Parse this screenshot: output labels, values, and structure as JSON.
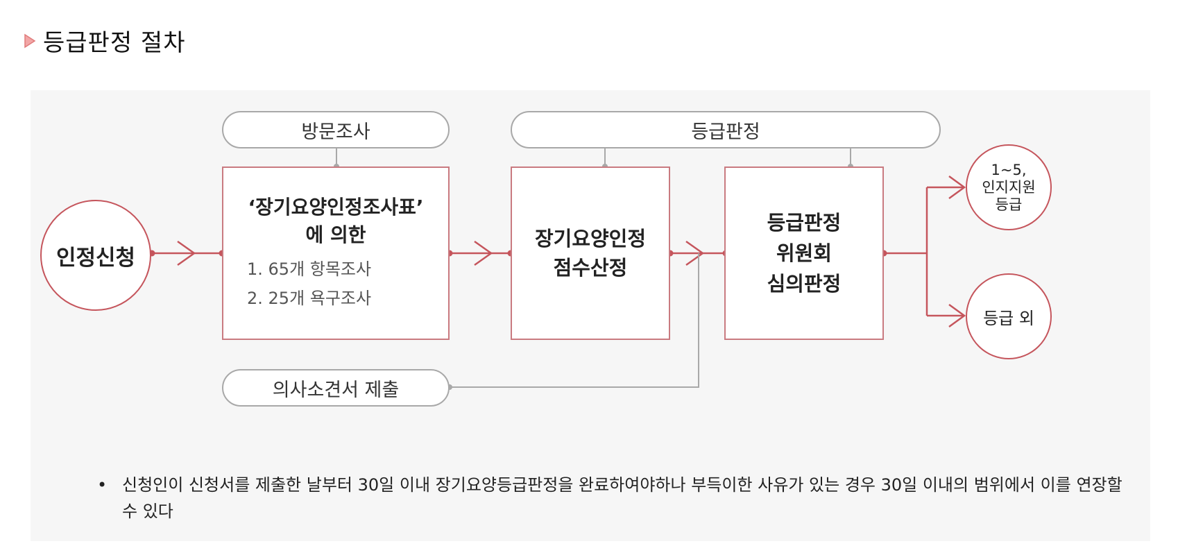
{
  "title": "등급판정 절차",
  "diagram": {
    "nodes": {
      "apply": "인정신청",
      "visit_label": "방문조사",
      "grade_label": "등급판정",
      "survey_title_1": "‘장기요양인정조사표’",
      "survey_title_2": "에 의한",
      "survey_item_1": "1. 65개 항목조사",
      "survey_item_2": "2. 25개 욕구조사",
      "score_1": "장기요양인정",
      "score_2": "점수산정",
      "committee_1": "등급판정",
      "committee_2": "위원회",
      "committee_3": "심의판정",
      "doctor": "의사소견서 제출",
      "result_a_1": "1~5,",
      "result_a_2": "인지지원",
      "result_a_3": "등급",
      "result_b": "등급 외"
    }
  },
  "footnote": {
    "bullet": "•",
    "text": "신청인이 신청서를 제출한 날부터 30일 이내 장기요양등급판정을 완료하여야하나 부득이한 사유가 있는 경우 30일 이내의 범위에서 이를 연장할 수 있다"
  },
  "colors": {
    "accent": "#c5555c",
    "box_border": "#c97a80",
    "pill_border": "#a8a8a8",
    "panel": "#f6f6f6"
  }
}
